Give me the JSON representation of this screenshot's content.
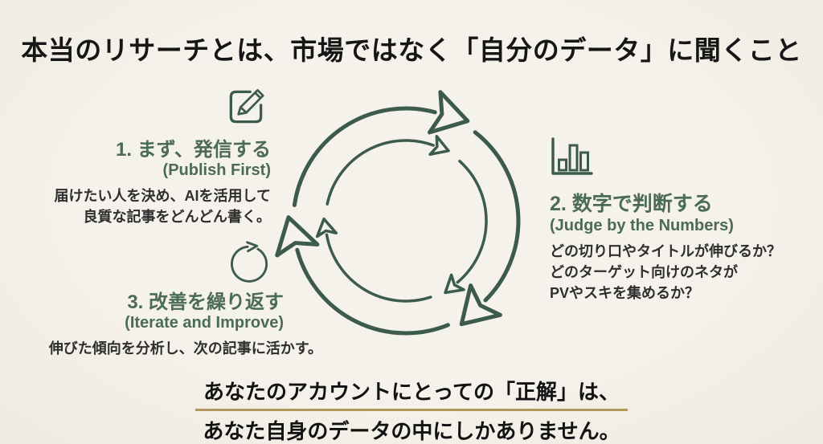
{
  "title": "本当のリサーチとは、市場ではなく「自分のデータ」に聞くこと",
  "steps": [
    {
      "icon": "edit-icon",
      "heading": "1. まず、発信する",
      "subheading": "(Publish First)",
      "body_lines": [
        "届けたい人を決め、AIを活用して",
        "良質な記事をどんどん書く。"
      ]
    },
    {
      "icon": "bar-chart-icon",
      "heading": "2. 数字で判断する",
      "subheading": "(Judge by the Numbers)",
      "body_lines": [
        "どの切り口やタイトルが伸びるか？",
        "どのターゲット向けのネタが",
        "PVやスキを集めるか？"
      ]
    },
    {
      "icon": "refresh-icon",
      "heading": "3. 改善を繰り返す",
      "subheading": "(Iterate and Improve)",
      "body_lines": [
        "伸びた傾向を分析し、次の記事に活かす。"
      ]
    }
  ],
  "center_icon": "cycle-arrows-icon",
  "footer": {
    "line1": "あなたのアカウントにとっての「正解」は、",
    "line2": "あなた自身のデータの中にしかありません。"
  },
  "colors": {
    "background": "#f4f1ea",
    "arrow_green": "#3d5b4a",
    "heading_green": "#4b6b58",
    "body_text": "#2e2e2e",
    "title_text": "#161616",
    "underline_gold": "#b2985c"
  }
}
